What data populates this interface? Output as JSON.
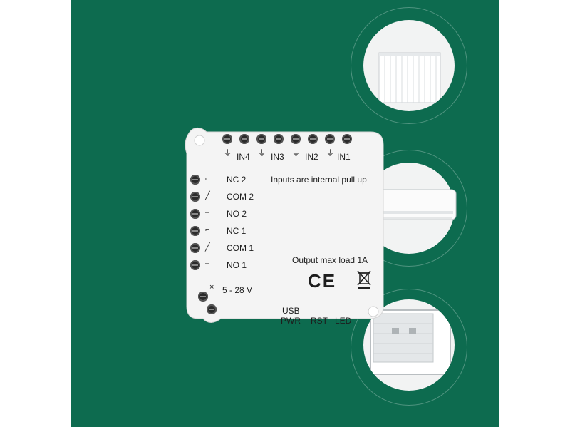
{
  "device": {
    "top_labels": [
      "IN4",
      "IN3",
      "IN2",
      "IN1"
    ],
    "inputs_note": "Inputs are internal pull up",
    "relay_labels": [
      "NC 2",
      "COM 2",
      "NO 2",
      "NC 1",
      "COM 1",
      "NO 1"
    ],
    "power_label": "5 - 28 V",
    "output_note": "Output max load 1A",
    "ce_mark": "CE",
    "bottom_labels": {
      "usb": "USB",
      "pwr": "PWR",
      "rst": "RST",
      "led": "LED"
    }
  },
  "colors": {
    "background": "#0d6b4f",
    "device_body": "#f4f4f4",
    "terminal": "#2b2b2b"
  },
  "icons": [
    "radiator-icon",
    "air-conditioner-icon",
    "window-blind-icon",
    "ground-symbol-icon",
    "weee-bin-icon",
    "switch-contact-icon"
  ]
}
